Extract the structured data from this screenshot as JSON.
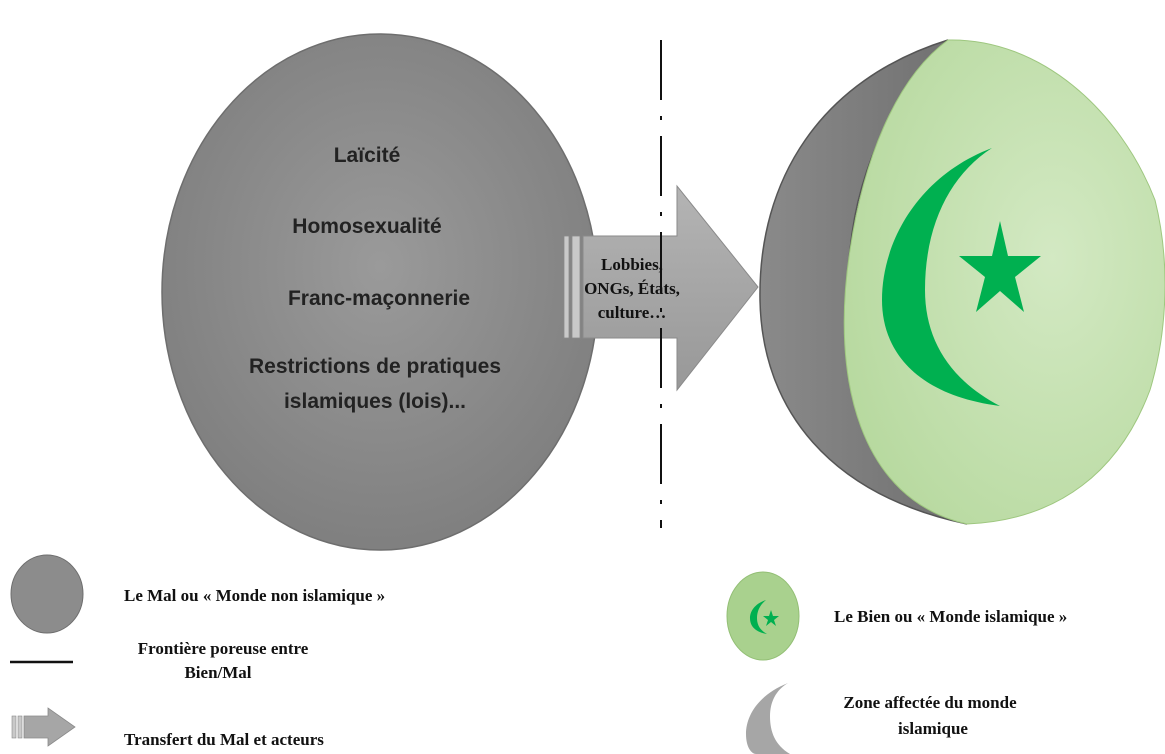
{
  "evil_circle": {
    "items": [
      "Laïcité",
      "Homosexualité",
      "Franc-maçonnerie",
      "Restrictions de pratiques",
      "islamiques (lois)..."
    ]
  },
  "arrow": {
    "lines": [
      "Lobbies,",
      "ONGs, États,",
      "culture…"
    ]
  },
  "legend": {
    "evil": "Le Mal ou « Monde non islamique »",
    "border_line1": "Frontière poreuse entre",
    "border_line2": "Bien/Mal",
    "transfer": "Transfert du Mal et acteurs",
    "good": "Le Bien ou « Monde islamique »",
    "affected_line1": "Zone affectée du monde",
    "affected_line2": "islamique"
  },
  "colors": {
    "evil_gray": "#8c8c8c",
    "good_green": "#c6e0b4",
    "crescent_green": "#00b050",
    "arrow_gray": "#a6a6a6"
  }
}
